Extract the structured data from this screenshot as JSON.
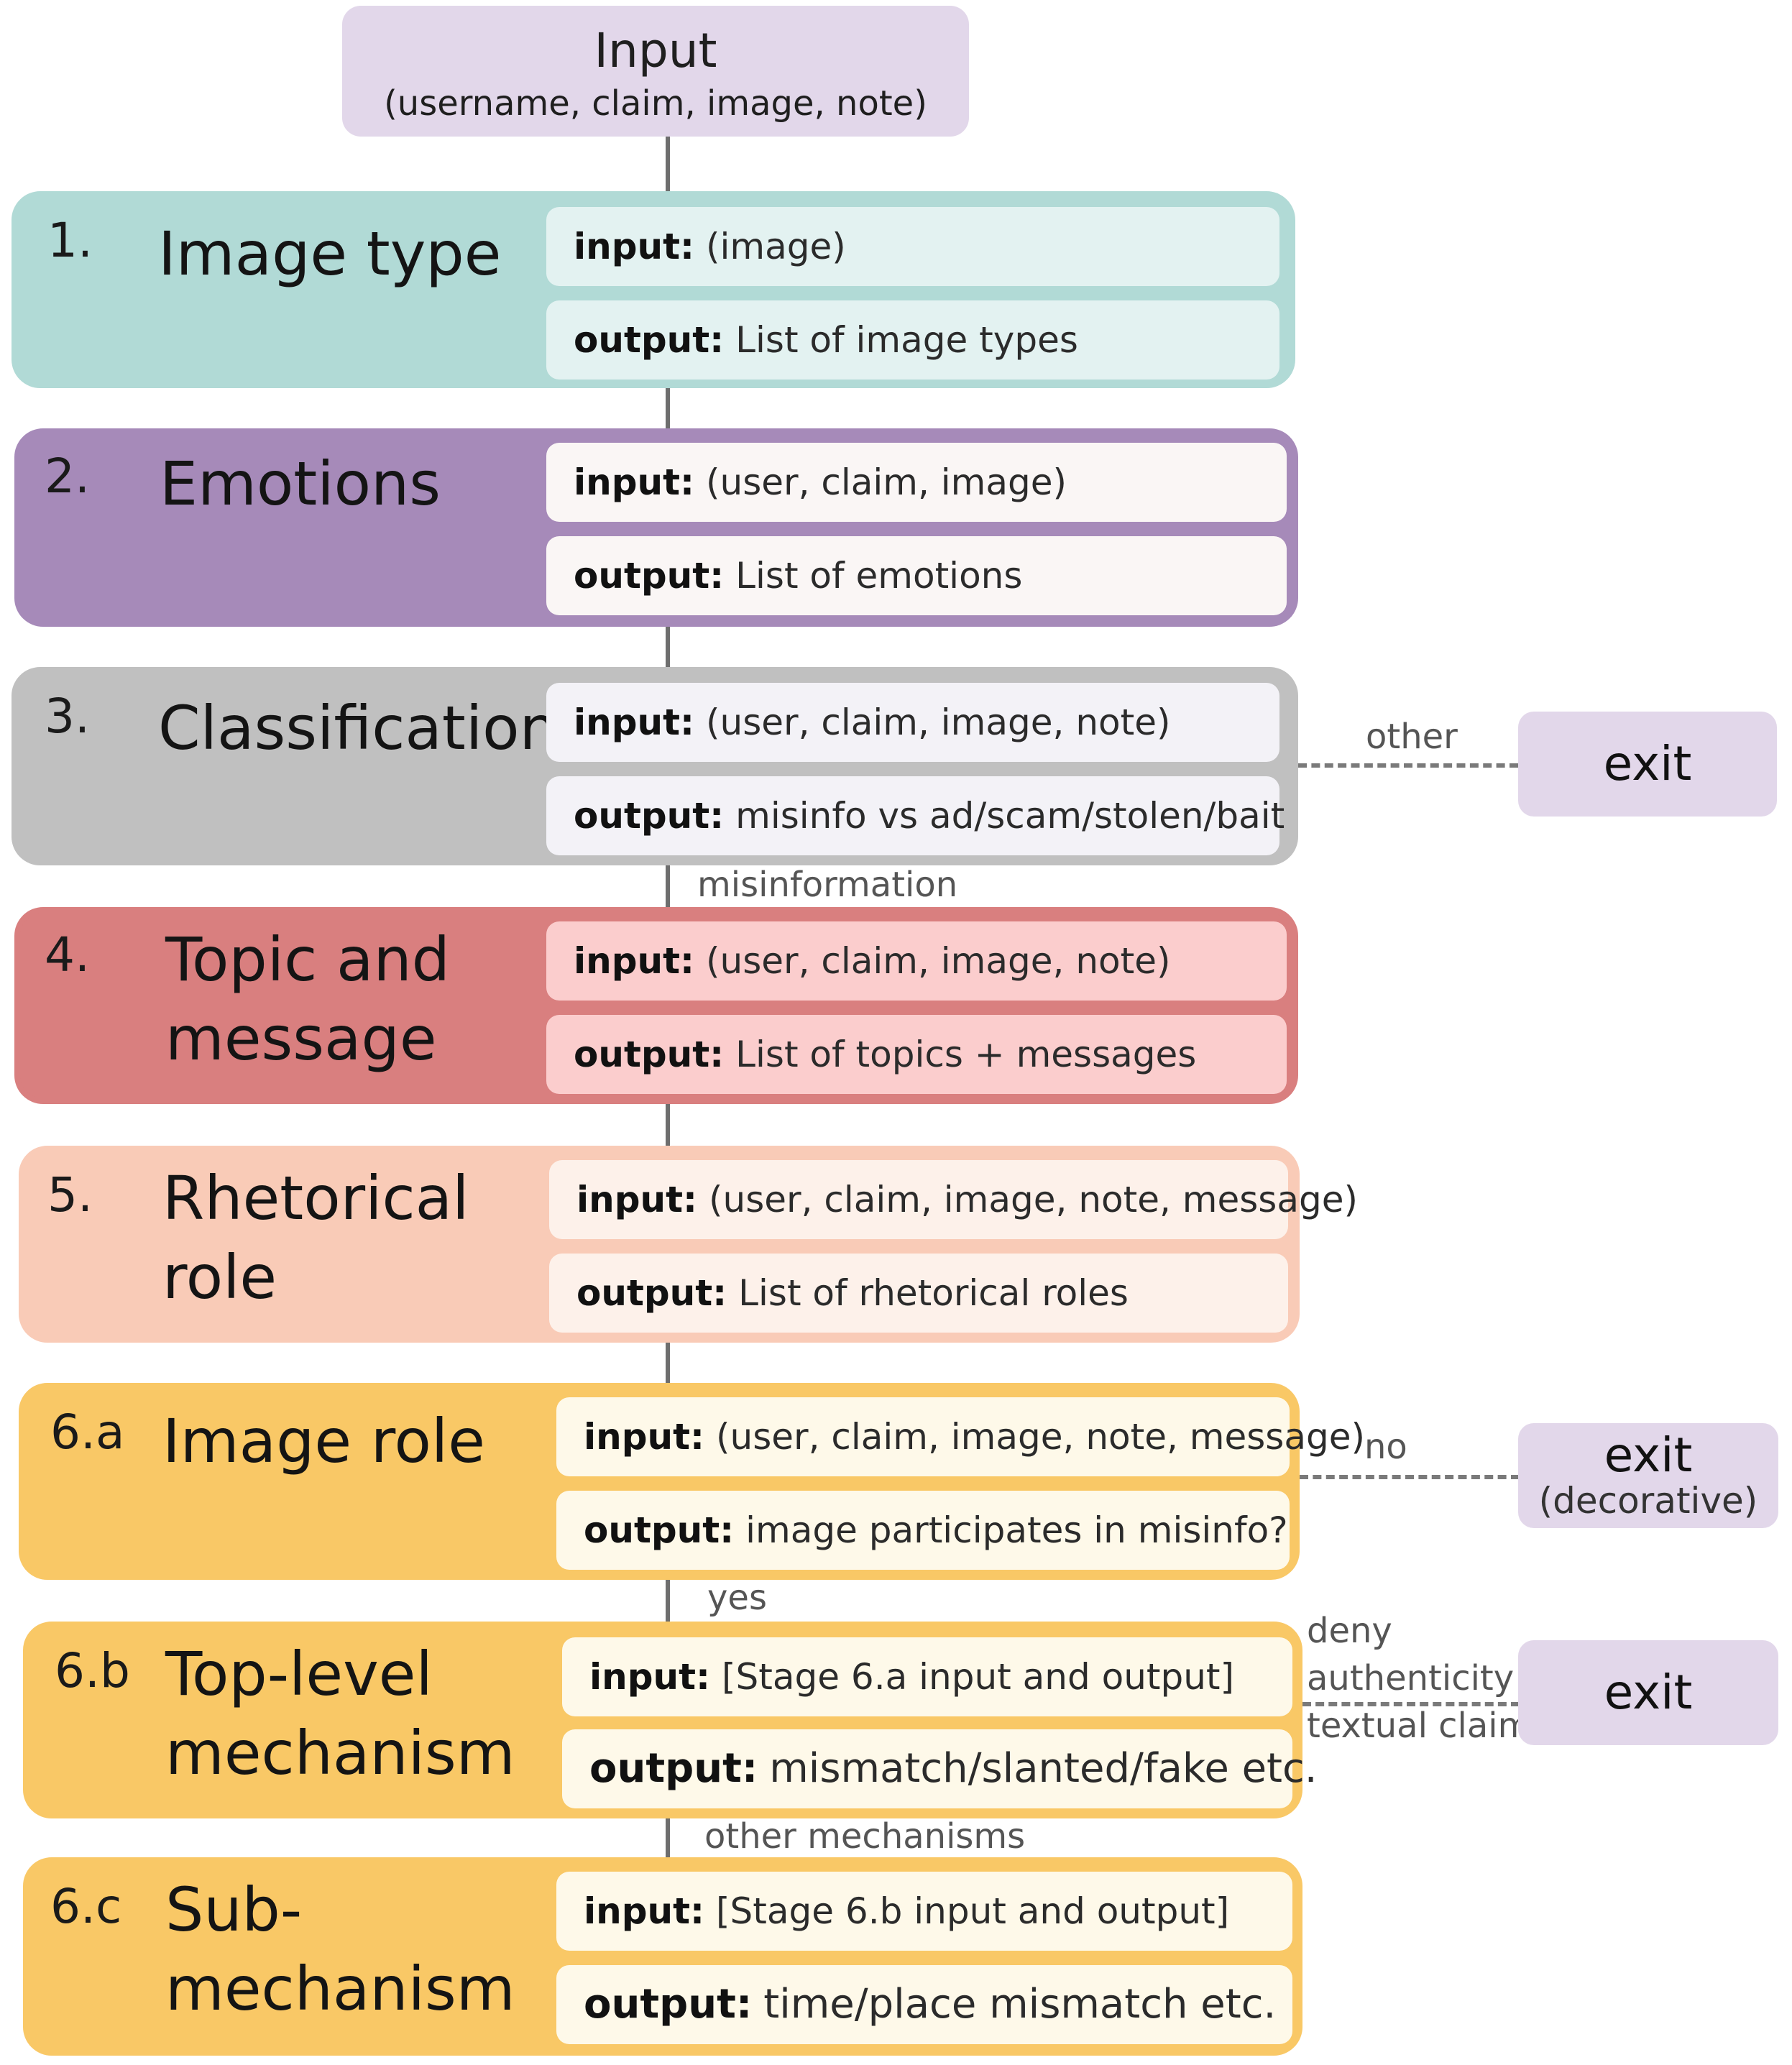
{
  "input_node": {
    "title": "Input",
    "fields": "(username, claim, image, note)"
  },
  "stages": [
    {
      "number": "1.",
      "title_lines": [
        "Image type"
      ],
      "input_label": "input:",
      "input": "(image)",
      "output_label": "output:",
      "output": "List of image types",
      "color": "#b1dad6",
      "box_color": "#e3f2f1"
    },
    {
      "number": "2.",
      "title_lines": [
        "Emotions"
      ],
      "input_label": "input:",
      "input": "(user, claim, image)",
      "output_label": "output:",
      "output": "List of emotions",
      "color": "#a68ab9",
      "box_color": "#faf6f5"
    },
    {
      "number": "3.",
      "title_lines": [
        "Classification"
      ],
      "input_label": "input:",
      "input": "(user, claim, image, note)",
      "output_label": "output:",
      "output": "misinfo vs ad/scam/stolen/bait",
      "color": "#c0c0c0",
      "box_color": "#f3f2f7"
    },
    {
      "number": "4.",
      "title_lines": [
        "Topic and",
        "message"
      ],
      "input_label": "input:",
      "input": "(user, claim, image, note)",
      "output_label": "output:",
      "output": "List of topics + messages",
      "color": "#d97f7f",
      "box_color": "#fbcdcd"
    },
    {
      "number": "5.",
      "title_lines": [
        "Rhetorical",
        "role"
      ],
      "input_label": "input:",
      "input": "(user, claim, image, note, message)",
      "output_label": "output:",
      "output": "List of rhetorical roles",
      "color": "#f9cbb7",
      "box_color": "#fdf1ea"
    },
    {
      "number": "6.a",
      "title_lines": [
        "Image role"
      ],
      "input_label": "input:",
      "input": "(user, claim, image, note,  message)",
      "output_label": "output:",
      "output": "image participates in misinfo?",
      "color": "#f9c866",
      "box_color": "#fef9e9"
    },
    {
      "number": "6.b",
      "title_lines": [
        "Top-level",
        "mechanism"
      ],
      "input_label": "input:",
      "input": "[Stage 6.a input and output]",
      "output_label": "output:",
      "output": "mismatch/slanted/fake etc.",
      "color": "#f9c866",
      "box_color": "#fef9e9"
    },
    {
      "number": "6.c",
      "title_lines": [
        "Sub-",
        "mechanism"
      ],
      "input_label": "input:",
      "input": "[Stage 6.b input and output]",
      "output_label": "output:",
      "output": "time/place mismatch etc.",
      "color": "#f9c866",
      "box_color": "#fef9e9"
    }
  ],
  "edge_labels": {
    "misinformation": "misinformation",
    "yes": "yes",
    "other_mechanisms": "other mechanisms",
    "other": "other",
    "no": "no",
    "deny_authenticity": [
      "deny",
      "authenticity",
      "textual claim"
    ]
  },
  "exits": [
    {
      "label": "exit",
      "sub": ""
    },
    {
      "label": "exit",
      "sub": "(decorative)"
    },
    {
      "label": "exit",
      "sub": ""
    }
  ]
}
